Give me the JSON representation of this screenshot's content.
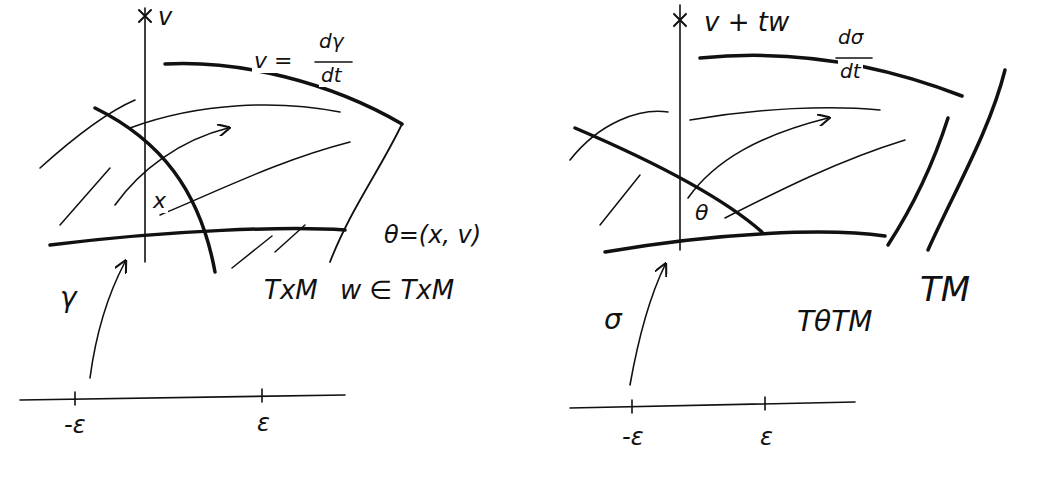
{
  "diagram": {
    "labels": [
      "v",
      "v =",
      "dγ",
      "dt",
      "x",
      "θ=(x, v)",
      "TxM",
      "w ∈ TxM",
      "γ",
      "-ε",
      "ε",
      "v + tw",
      "dσ",
      "dt",
      "θ",
      "TM",
      "TθTM",
      "σ",
      "-ε",
      "ε"
    ]
  }
}
